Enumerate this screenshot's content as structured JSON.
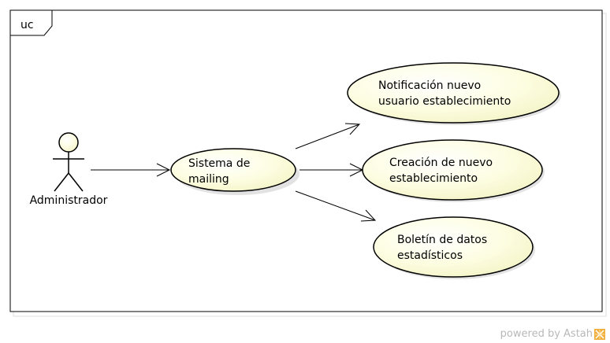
{
  "frame": {
    "label": "uc"
  },
  "actor": {
    "name": "Administrador"
  },
  "use_cases": [
    {
      "id": "sistema",
      "lines": [
        "Sistema de",
        "mailing"
      ]
    },
    {
      "id": "notificacion",
      "lines": [
        "Notificación nuevo",
        "usuario establecimiento"
      ]
    },
    {
      "id": "creacion",
      "lines": [
        "Creación de nuevo",
        "establecimiento"
      ]
    },
    {
      "id": "boletin",
      "lines": [
        "Boletín de datos",
        "estadísticos"
      ]
    }
  ],
  "footer": {
    "text": "powered by Astah"
  },
  "colors": {
    "usecase_fill": "#fdfde0",
    "stroke": "#000000",
    "frame_shadow": "#d9d9d9",
    "footer": "#b8b8b8",
    "logo": "#f0b040"
  }
}
